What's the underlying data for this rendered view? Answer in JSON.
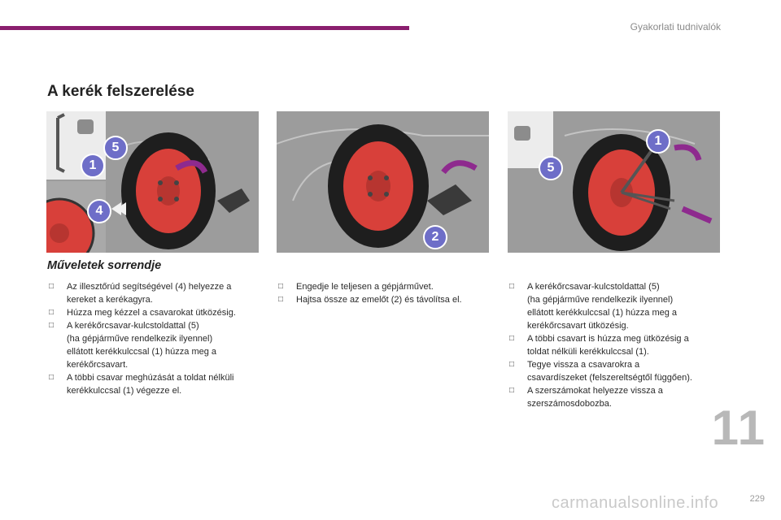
{
  "header": {
    "section_title": "Gyakorlati tudnivalók"
  },
  "page": {
    "title": "A kerék felszerelése",
    "subtitle": "Műveletek sorrendje"
  },
  "chapter_number": "11",
  "page_number": "229",
  "colors": {
    "accent": "#8a1f6e",
    "wheel": "#d8403a",
    "arrow": "#8e2a8e",
    "callout": "#6e6ec8"
  },
  "figures": [
    {
      "callouts": [
        "5",
        "1",
        "4"
      ]
    },
    {
      "callouts": [
        "2"
      ]
    },
    {
      "callouts": [
        "1",
        "5"
      ]
    }
  ],
  "columns": [
    {
      "items": [
        {
          "bullet": "check-box-icon",
          "text": "Az illesztőrúd segítségével (4) helyezze a\nkereket a kerékagyra."
        },
        {
          "bullet": "check-box-icon",
          "text": "Húzza meg kézzel a csavarokat ütközésig."
        },
        {
          "bullet": "check-box-icon",
          "text": "A kerékőrcsavar-kulcstoldattal (5)\n(ha gépjárműve rendelkezik ilyennel)\nellátott kerékkulccsal (1) húzza meg a\nkerékőrcsavart."
        },
        {
          "bullet": "check-box-icon",
          "text": "A többi csavar meghúzását a toldat nélküli\nkerékkulccsal (1) végezze el."
        }
      ]
    },
    {
      "items": [
        {
          "bullet": "check-box-icon",
          "text": "Engedje le teljesen a gépjárművet."
        },
        {
          "bullet": "check-box-icon",
          "text": "Hajtsa össze az emelőt (2) és távolítsa el."
        }
      ]
    },
    {
      "items": [
        {
          "bullet": "check-box-icon",
          "text": "A kerékőrcsavar-kulcstoldattal (5)\n(ha gépjárműve rendelkezik ilyennel)\nellátott kerékkulccsal (1) húzza meg a\nkerékőrcsavart ütközésig."
        },
        {
          "bullet": "check-box-icon",
          "text": "A többi csavart is húzza meg ütközésig a\ntoldat nélküli kerékkulccsal (1)."
        },
        {
          "bullet": "check-box-icon",
          "text": "Tegye vissza a csavarokra a\ncsavardíszeket (felszereltségtől függően)."
        },
        {
          "bullet": "check-box-icon",
          "text": "A szerszámokat helyezze vissza a\nszerszámosdobozba."
        }
      ]
    }
  ],
  "watermark": "carmanualsonline.info"
}
